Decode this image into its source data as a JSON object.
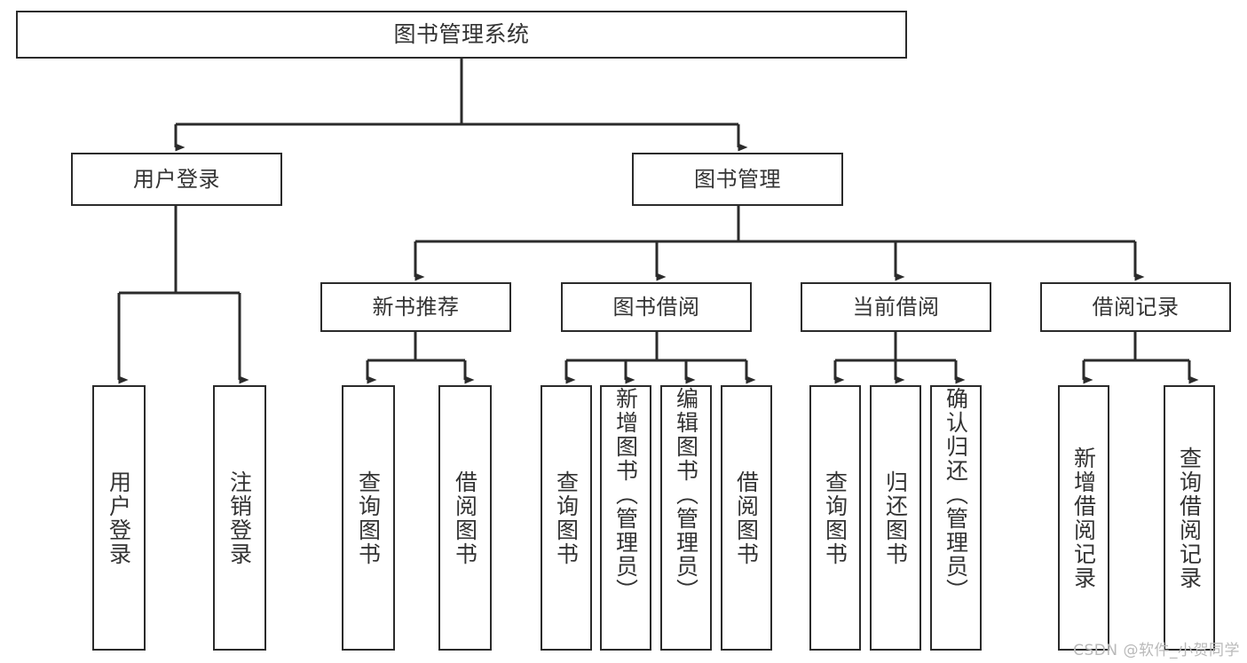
{
  "diagram": {
    "type": "tree-hierarchy",
    "title": "图书管理系统",
    "watermark": "CSDN @软件_小贺同学",
    "colors": {
      "stroke": "#2b2b2b",
      "text": "#333333",
      "background": "#ffffff",
      "watermark": "#b9b9b9"
    },
    "levels": [
      {
        "level": 1,
        "nodes": [
          {
            "id": "root",
            "label": "图书管理系统",
            "orientation": "horizontal"
          }
        ]
      },
      {
        "level": 2,
        "nodes": [
          {
            "id": "l2-user-login",
            "label": "用户登录",
            "orientation": "horizontal",
            "parent": "root"
          },
          {
            "id": "l2-book-manage",
            "label": "图书管理",
            "orientation": "horizontal",
            "parent": "root"
          }
        ]
      },
      {
        "level": 3,
        "nodes": [
          {
            "id": "l3-new-book-rec",
            "label": "新书推荐",
            "orientation": "horizontal",
            "parent": "l2-book-manage"
          },
          {
            "id": "l3-book-borrow",
            "label": "图书借阅",
            "orientation": "horizontal",
            "parent": "l2-book-manage"
          },
          {
            "id": "l3-current-borrow",
            "label": "当前借阅",
            "orientation": "horizontal",
            "parent": "l2-book-manage"
          },
          {
            "id": "l3-borrow-record",
            "label": "借阅记录",
            "orientation": "horizontal",
            "parent": "l2-book-manage"
          }
        ]
      },
      {
        "level": 4,
        "nodes": [
          {
            "id": "leaf-user-login",
            "label": "用户登录",
            "orientation": "vertical",
            "parent": "l2-user-login"
          },
          {
            "id": "leaf-logout",
            "label": "注销登录",
            "orientation": "vertical",
            "parent": "l2-user-login"
          },
          {
            "id": "leaf-query-book-1",
            "label": "查询图书",
            "orientation": "vertical",
            "parent": "l3-new-book-rec"
          },
          {
            "id": "leaf-borrow-book-1",
            "label": "借阅图书",
            "orientation": "vertical",
            "parent": "l3-new-book-rec"
          },
          {
            "id": "leaf-query-book-2",
            "label": "查询图书",
            "orientation": "vertical",
            "parent": "l3-book-borrow"
          },
          {
            "id": "leaf-add-book",
            "label": "新增图书（管理员）",
            "orientation": "vertical",
            "parent": "l3-book-borrow"
          },
          {
            "id": "leaf-edit-book",
            "label": "编辑图书（管理员）",
            "orientation": "vertical",
            "parent": "l3-book-borrow"
          },
          {
            "id": "leaf-borrow-book-2",
            "label": "借阅图书",
            "orientation": "vertical",
            "parent": "l3-book-borrow"
          },
          {
            "id": "leaf-query-book-3",
            "label": "查询图书",
            "orientation": "vertical",
            "parent": "l3-current-borrow"
          },
          {
            "id": "leaf-return-book",
            "label": "归还图书",
            "orientation": "vertical",
            "parent": "l3-current-borrow"
          },
          {
            "id": "leaf-confirm-return",
            "label": "确认归还（管理员）",
            "orientation": "vertical",
            "parent": "l3-current-borrow"
          },
          {
            "id": "leaf-add-record",
            "label": "新增借阅记录",
            "orientation": "vertical",
            "parent": "l3-borrow-record"
          },
          {
            "id": "leaf-query-record",
            "label": "查询借阅记录",
            "orientation": "vertical",
            "parent": "l3-borrow-record"
          }
        ]
      }
    ]
  }
}
